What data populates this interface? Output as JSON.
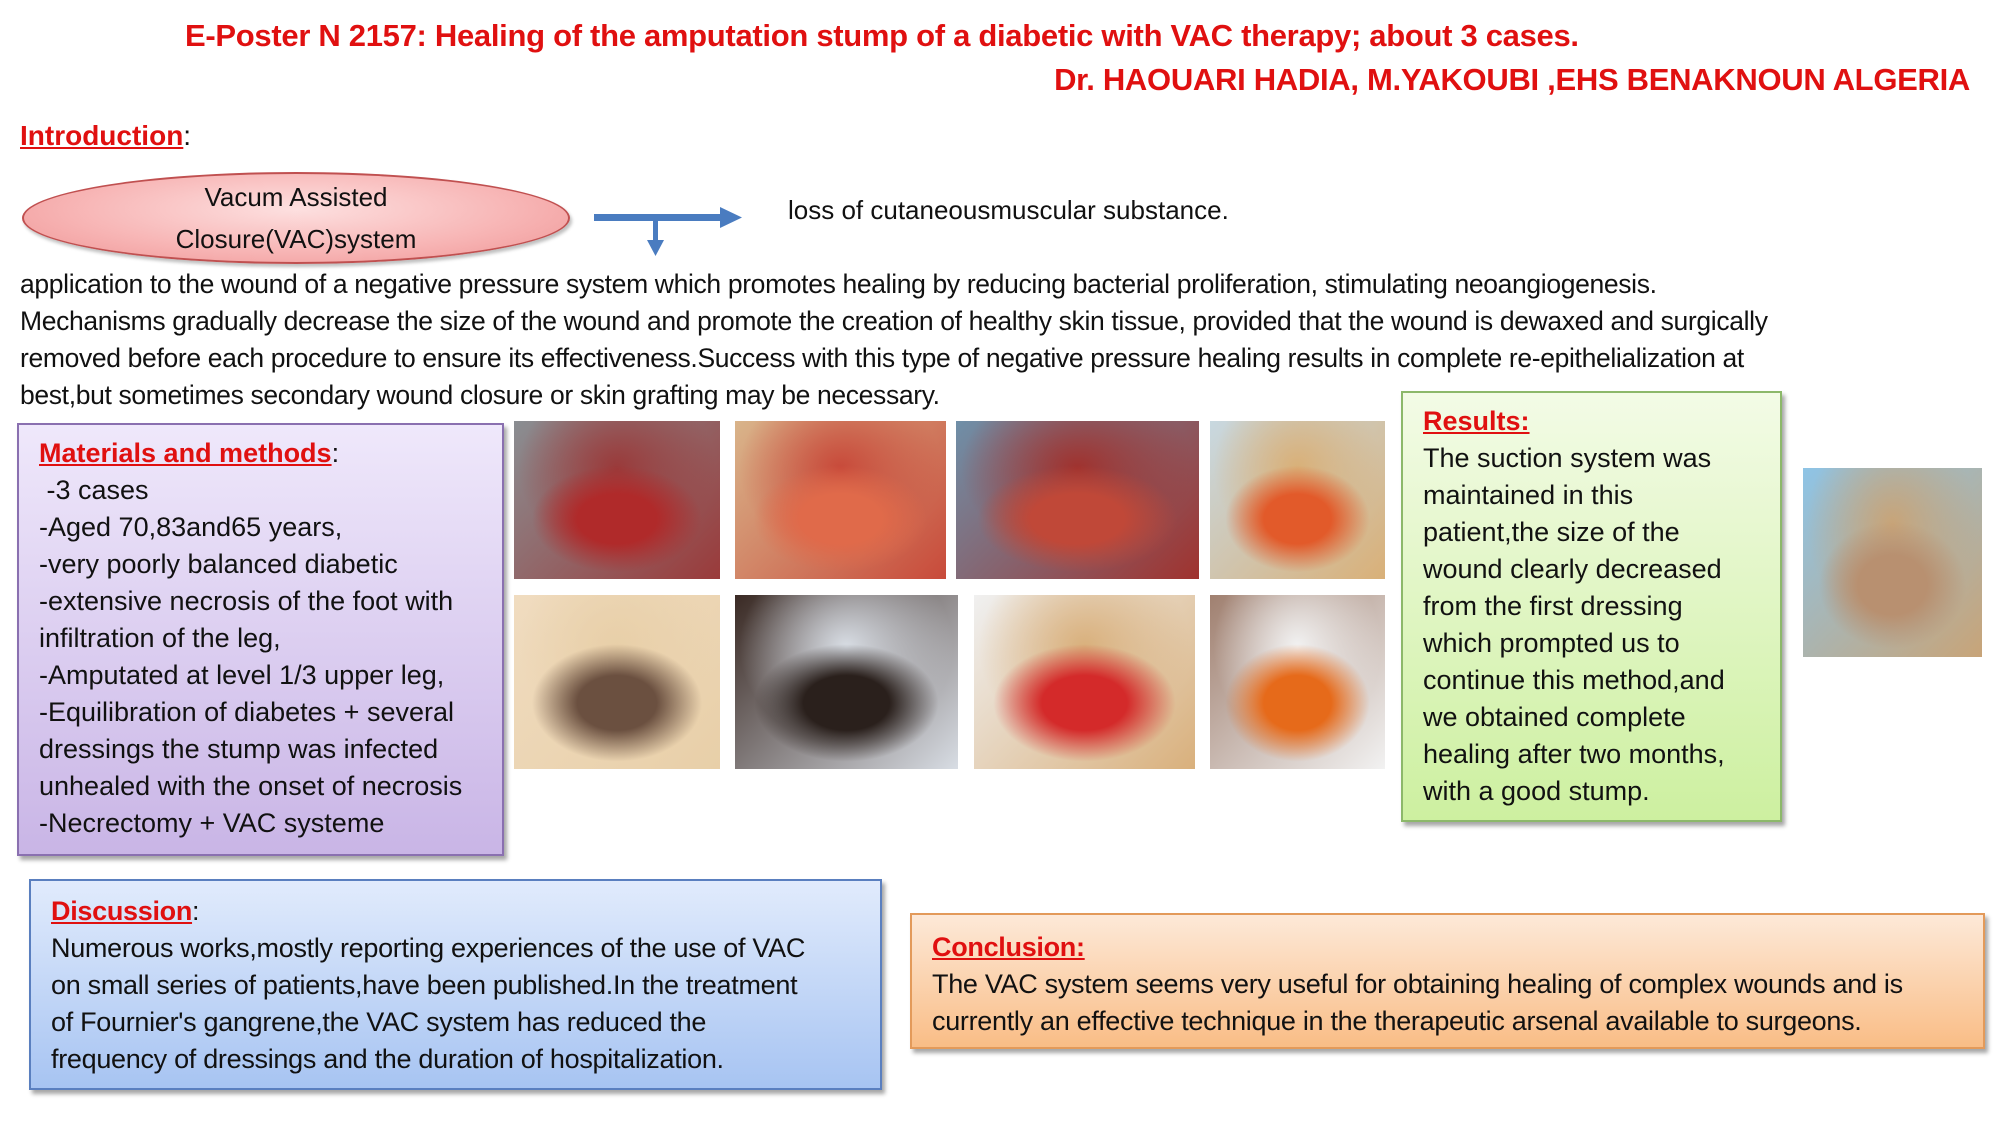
{
  "header": {
    "title": "E-Poster N  2157: Healing of the amputation stump of a diabetic with VAC therapy; about 3 cases.",
    "authors": "Dr. HAOUARI HADIA, M.YAKOUBI ,EHS BENAKNOUN ALGERIA"
  },
  "introduction": {
    "heading": "Introduction",
    "colon": ":",
    "ellipse_lines": [
      "Vacum Assisted",
      "Closure(VAC)system"
    ],
    "arrow_target": "loss of cutaneousmuscular  substance.",
    "paragraph_lines": [
      "application to the wound of a negative pressure system which promotes healing by  reducing bacterial proliferation, stimulating neoangiogenesis.",
      "Mechanisms gradually decrease the size of the wound  and promote the creation of healthy skin tissue, provided that the wound is dewaxed and surgically",
      "removed before each procedure to ensure its effectiveness.Success with this type of negative pressure healing results in complete re-epithelialization at",
      "best,but sometimes secondary wound closure or skin grafting may be necessary."
    ]
  },
  "materials": {
    "heading": "Materials and methods",
    "colon": ":",
    "lines": [
      " -3 cases",
      "-Aged 70,83and65 years,",
      "-very poorly balanced diabetic",
      "-extensive necrosis of the foot with",
      "infiltration of the leg,",
      "-Amputated at level 1/3 upper leg,",
      "-Equilibration of diabetes + several",
      "dressings the stump was infected",
      "unhealed with the onset of necrosis",
      "-Necrectomy + VAC systeme"
    ]
  },
  "photos": [
    {
      "name": "photo-necrotic-stump",
      "colors": [
        "#8a8e92",
        "#9a3a3a",
        "#b02a2a"
      ]
    },
    {
      "name": "photo-granulating-stump-1",
      "colors": [
        "#d9b48a",
        "#c84a3a",
        "#e06a4a"
      ]
    },
    {
      "name": "photo-granulating-stump-2",
      "colors": [
        "#6f8fa8",
        "#a0322e",
        "#c04838"
      ]
    },
    {
      "name": "photo-granulating-stump-3",
      "colors": [
        "#c8d8e0",
        "#d9b078",
        "#e25a2a"
      ]
    },
    {
      "name": "photo-vac-dressing",
      "colors": [
        "#f0dcc0",
        "#e8cfa8",
        "#6b5040"
      ]
    },
    {
      "name": "photo-bandaged-stump",
      "colors": [
        "#3a2a24",
        "#d8dde4",
        "#2a201c"
      ]
    },
    {
      "name": "photo-granulation-tissue",
      "colors": [
        "#f0f0f0",
        "#d9b07c",
        "#d42a2a"
      ]
    },
    {
      "name": "photo-vac-pump-device",
      "colors": [
        "#a08070",
        "#f2f2f2",
        "#e66a1a"
      ]
    },
    {
      "name": "photo-healed-stump",
      "colors": [
        "#8ec4e6",
        "#c8a478",
        "#b89070"
      ]
    }
  ],
  "results": {
    "heading": "Results:",
    "lines": [
      "The suction system was",
      "maintained in this",
      "patient,the size of the",
      "wound clearly decreased",
      "from the first dressing",
      "which prompted us to",
      "continue this method,and",
      "we obtained complete",
      "healing after two months,",
      "with a good stump."
    ]
  },
  "discussion": {
    "heading": "Discussion",
    "colon": ":",
    "lines": [
      "Numerous works,mostly reporting experiences of the use of VAC",
      "on small series of patients,have been published.In the treatment",
      "of Fournier's gangrene,the VAC system has reduced the",
      "frequency of dressings and the duration of hospitalization."
    ]
  },
  "conclusion": {
    "heading": "Conclusion:",
    "lines": [
      "The VAC system seems very useful for obtaining healing of complex wounds and is",
      "currently an effective technique in the therapeutic arsenal available to surgeons."
    ]
  },
  "colors": {
    "heading_red": "#e01010",
    "arrow_blue": "#4a7cc0"
  }
}
